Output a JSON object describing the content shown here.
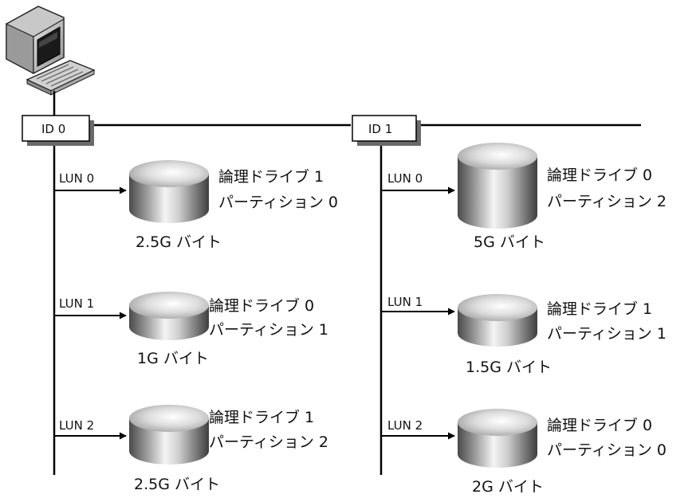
{
  "targets": [
    {
      "id_label": "ID 0",
      "luns": [
        {
          "lun": "LUN 0",
          "drive": "論理ドライブ 1",
          "partition": "パーティション 0",
          "capacity": "2.5G バイト"
        },
        {
          "lun": "LUN 1",
          "drive": "論理ドライブ 0",
          "partition": "パーティション 1",
          "capacity": "1G バイト"
        },
        {
          "lun": "LUN 2",
          "drive": "論理ドライブ 1",
          "partition": "パーティション 2",
          "capacity": "2.5G バイト"
        }
      ]
    },
    {
      "id_label": "ID 1",
      "luns": [
        {
          "lun": "LUN 0",
          "drive": "論理ドライブ 0",
          "partition": "パーティション 2",
          "capacity": "5G バイト"
        },
        {
          "lun": "LUN 1",
          "drive": "論理ドライブ 1",
          "partition": "パーティション 1",
          "capacity": "1.5G バイト"
        },
        {
          "lun": "LUN 2",
          "drive": "論理ドライブ 0",
          "partition": "パーティション 0",
          "capacity": "2G バイト"
        }
      ]
    }
  ],
  "icons": {
    "host": "computer-workstation-icon",
    "disk": "disk-cylinder-icon"
  }
}
